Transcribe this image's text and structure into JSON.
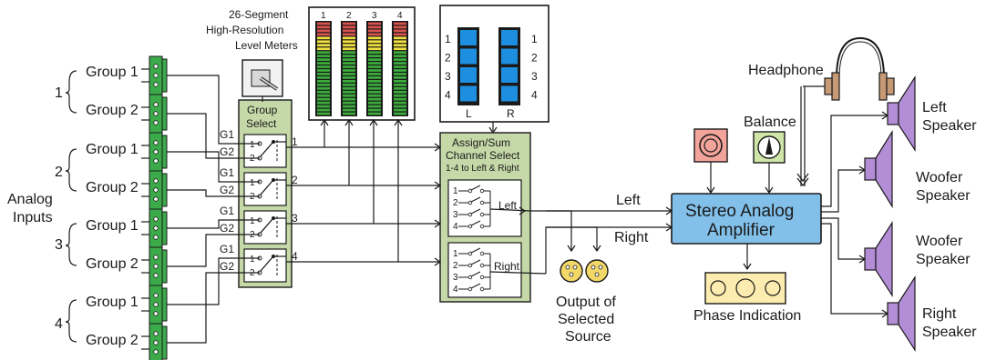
{
  "inputs": {
    "title_line1": "Analog",
    "title_line2": "Inputs",
    "inputs": [
      {
        "number": "1",
        "groups": [
          "Group 1",
          "Group 2"
        ]
      },
      {
        "number": "2",
        "groups": [
          "Group 1",
          "Group 2"
        ]
      },
      {
        "number": "3",
        "groups": [
          "Group 1",
          "Group 2"
        ]
      },
      {
        "number": "4",
        "groups": [
          "Group 1",
          "Group 2"
        ]
      }
    ]
  },
  "group_select": {
    "title_line1": "Group",
    "title_line2": "Select",
    "channels": [
      {
        "label": "1",
        "g1": "G1",
        "g2": "G2",
        "pos1": "1",
        "pos2": "2"
      },
      {
        "label": "2",
        "g1": "G1",
        "g2": "G2",
        "pos1": "1",
        "pos2": "2"
      },
      {
        "label": "3",
        "g1": "G1",
        "g2": "G2",
        "pos1": "1",
        "pos2": "2"
      },
      {
        "label": "4",
        "g1": "G1",
        "g2": "G2",
        "pos1": "1",
        "pos2": "2"
      }
    ]
  },
  "meters": {
    "caption_line1": "26-Segment",
    "caption_line2": "High-Resolution",
    "caption_line3": "Level Meters",
    "channels": [
      "1",
      "2",
      "3",
      "4"
    ],
    "colors": {
      "red": "#d9534f",
      "yellow": "#f0e040",
      "green": "#3cab3c"
    }
  },
  "lr_display": {
    "rows": [
      "1",
      "2",
      "3",
      "4"
    ],
    "left": "L",
    "right": "R",
    "color": "#1e8fe0"
  },
  "assign": {
    "title_line1": "Assign/Sum",
    "title_line2": "Channel Select",
    "subtitle": "1-4 to Left & Right",
    "left_label": "Left",
    "right_label": "Right",
    "switch_numbers": [
      "1",
      "2",
      "3",
      "4"
    ]
  },
  "signals": {
    "left": "Left",
    "right": "Right"
  },
  "output": {
    "line1": "Output of",
    "line2": "Selected",
    "line3": "Source"
  },
  "amplifier": {
    "line1": "Stereo Analog",
    "line2": "Amplifier",
    "color": "#82c0ea"
  },
  "balance": {
    "label": "Balance"
  },
  "headphone": {
    "label": "Headphone"
  },
  "phase": {
    "label": "Phase Indication",
    "color": "#fcecb0"
  },
  "speakers": [
    {
      "line1": "Left",
      "line2": "Speaker"
    },
    {
      "line1": "Woofer",
      "line2": "Speaker"
    },
    {
      "line1": "Woofer",
      "line2": "Speaker"
    },
    {
      "line1": "Right",
      "line2": "Speaker"
    }
  ],
  "colors": {
    "panel_green": "#c5d8a8",
    "terminal_green": "#3daa4a",
    "speaker_purple": "#b38dd6",
    "knob_pink": "#f3a49a",
    "balance_green": "#cfe6a8"
  }
}
